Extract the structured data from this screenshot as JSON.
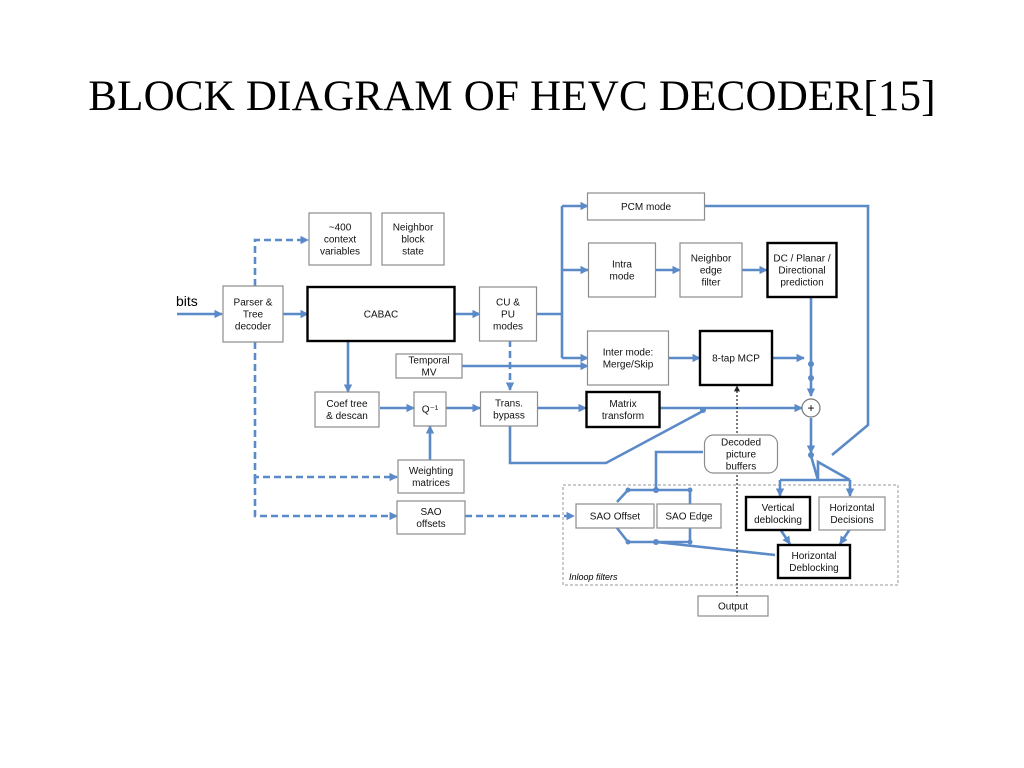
{
  "title": "BLOCK DIAGRAM OF HEVC DECODER[15]",
  "diagram": {
    "input_label": "bits",
    "inloop_label": "Inloop filters",
    "blocks": {
      "parser": [
        "Parser &",
        "Tree",
        "decoder"
      ],
      "context": [
        "~400",
        "context",
        "variables"
      ],
      "neighbor_block": [
        "Neighbor",
        "block",
        "state"
      ],
      "cabac": [
        "CABAC"
      ],
      "cu_pu": [
        "CU &",
        "PU",
        "modes"
      ],
      "pcm": [
        "PCM mode"
      ],
      "intra": [
        "Intra",
        "mode"
      ],
      "neighbor_edge": [
        "Neighbor",
        "edge",
        "filter"
      ],
      "dc_planar": [
        "DC / Planar /",
        "Directional",
        "prediction"
      ],
      "inter": [
        "Inter mode:",
        "Merge/Skip"
      ],
      "mcp": [
        "8-tap MCP"
      ],
      "temporal_mv": [
        "Temporal",
        "MV"
      ],
      "coef_tree": [
        "Coef tree",
        "& descan"
      ],
      "q_inv": [
        "Q⁻¹"
      ],
      "trans_bypass": [
        "Trans.",
        "bypass"
      ],
      "matrix": [
        "Matrix",
        "transform"
      ],
      "decoded_pic": [
        "Decoded",
        "picture",
        "buffers"
      ],
      "weighting": [
        "Weighting",
        "matrices"
      ],
      "sao_offsets": [
        "SAO",
        "offsets"
      ],
      "sao_offset": [
        "SAO Offset"
      ],
      "sao_edge": [
        "SAO Edge"
      ],
      "vert_deblock": [
        "Vertical",
        "deblocking"
      ],
      "horiz_decisions": [
        "Horizontal",
        "Decisions"
      ],
      "horiz_deblock": [
        "Horizontal",
        "Deblocking"
      ],
      "output": [
        "Output"
      ]
    }
  }
}
